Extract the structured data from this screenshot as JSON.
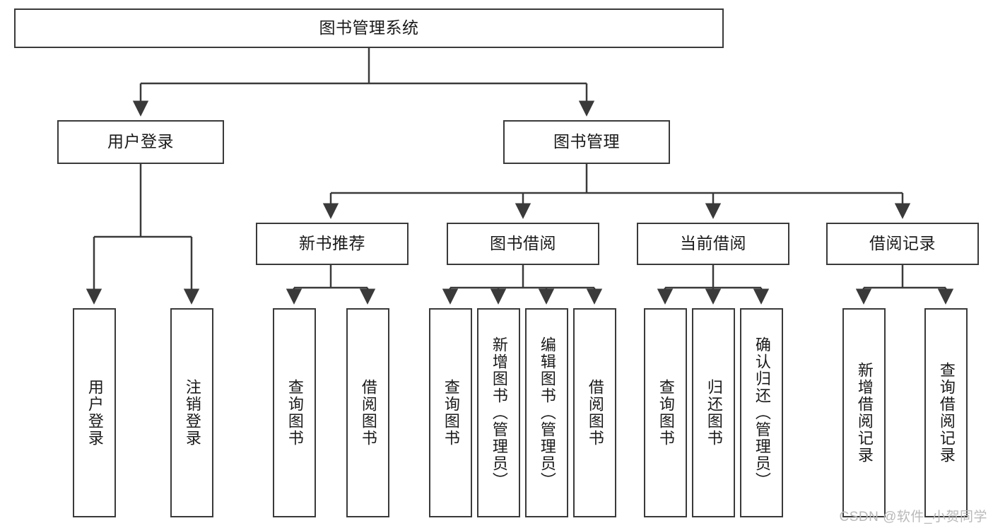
{
  "diagram": {
    "title": "图书管理系统",
    "type": "function-structure-tree",
    "watermark": "CSDN @软件_小贺同学",
    "colors": {
      "box_border": "#3a3a3a",
      "box_fill": "#ffffff",
      "edge": "#3a3a3a",
      "text": "#1a1a1a",
      "watermark": "#b9b9b9",
      "background": "#ffffff"
    },
    "levels": {
      "root": {
        "label": "图书管理系统"
      },
      "level2": [
        {
          "label": "用户登录"
        },
        {
          "label": "图书管理"
        }
      ],
      "level3": [
        {
          "label": "新书推荐"
        },
        {
          "label": "图书借阅"
        },
        {
          "label": "当前借阅"
        },
        {
          "label": "借阅记录"
        }
      ],
      "leaves": {
        "user_login": [
          {
            "label": "用户登录"
          },
          {
            "label": "注销登录"
          }
        ],
        "new_book_recommend": [
          {
            "label": "查询图书"
          },
          {
            "label": "借阅图书"
          }
        ],
        "book_borrow": [
          {
            "label": "查询图书"
          },
          {
            "label": "新增图书（管理员）"
          },
          {
            "label": "编辑图书（管理员）"
          },
          {
            "label": "借阅图书"
          }
        ],
        "current_borrow": [
          {
            "label": "查询图书"
          },
          {
            "label": "归还图书"
          },
          {
            "label": "确认归还（管理员）"
          }
        ],
        "borrow_record": [
          {
            "label": "新增借阅记录"
          },
          {
            "label": "查询借阅记录"
          }
        ]
      }
    }
  }
}
